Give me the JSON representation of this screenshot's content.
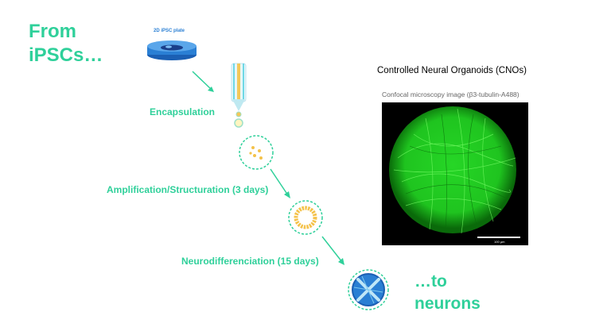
{
  "header": {
    "from_line1": "From",
    "from_line2": "iPSCs…"
  },
  "plate": {
    "label": "2D iPSC plate"
  },
  "steps": [
    {
      "label": "Encapsulation"
    },
    {
      "label": "Amplification/Structuration (3 days)"
    },
    {
      "label": "Neurodifferenciation (15 days)"
    }
  ],
  "footer": {
    "to_line1": "…to",
    "to_line2": "neurons"
  },
  "panel": {
    "title": "Controlled Neural Organoids (CNOs)",
    "subtitle": "Confocal microscopy image (β3-tubulin-A488)",
    "scale_label": "100 µm"
  },
  "colors": {
    "accent": "#2fd09a",
    "blue": "#2a7fd4",
    "organoid": "#2ee02e"
  }
}
